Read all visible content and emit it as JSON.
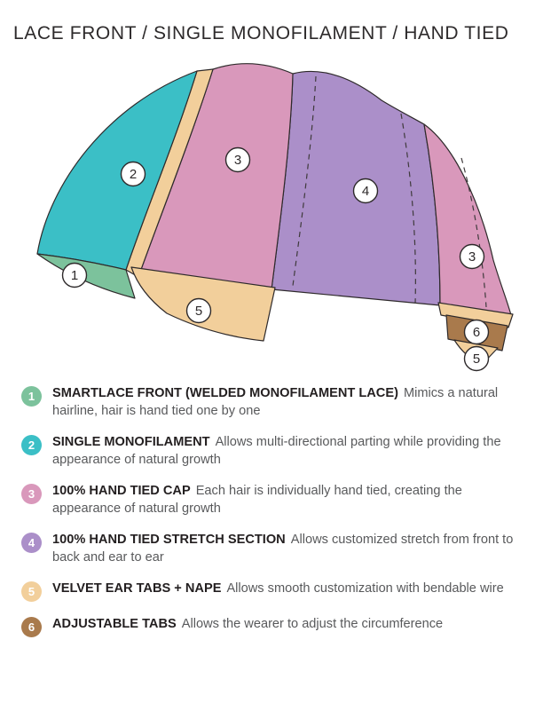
{
  "title": "LACE FRONT / SINGLE MONOFILAMENT / HAND TIED",
  "colors": {
    "green": "#7cc29c",
    "teal": "#3bbfc6",
    "pink": "#d998bb",
    "purple": "#ab8fc9",
    "tan": "#f2cf9b",
    "brown": "#a97a4c",
    "outline": "#2e2a2b"
  },
  "diagram": {
    "badges": [
      {
        "num": "1"
      },
      {
        "num": "2"
      },
      {
        "num": "3"
      },
      {
        "num": "4"
      },
      {
        "num": "3"
      },
      {
        "num": "5"
      },
      {
        "num": "6"
      },
      {
        "num": "5"
      }
    ]
  },
  "legend": [
    {
      "num": "1",
      "color": "#7cc29c",
      "label": "SMARTLACE FRONT (WELDED MONOFILAMENT LACE)",
      "desc": "Mimics a natural hairline, hair is hand tied one by one"
    },
    {
      "num": "2",
      "color": "#3bbfc6",
      "label": "SINGLE MONOFILAMENT",
      "desc": "Allows multi-directional parting while providing the appearance of natural growth"
    },
    {
      "num": "3",
      "color": "#d998bb",
      "label": "100% HAND TIED CAP",
      "desc": "Each hair is individually hand tied, creating the appearance of natural growth"
    },
    {
      "num": "4",
      "color": "#ab8fc9",
      "label": "100% HAND TIED STRETCH SECTION",
      "desc": "Allows customized stretch from front to back and ear to ear"
    },
    {
      "num": "5",
      "color": "#f2cf9b",
      "label": "VELVET EAR TABS + NAPE",
      "desc": "Allows smooth customization with bendable wire"
    },
    {
      "num": "6",
      "color": "#a97a4c",
      "label": "ADJUSTABLE TABS",
      "desc": "Allows the wearer to adjust the circumference"
    }
  ]
}
